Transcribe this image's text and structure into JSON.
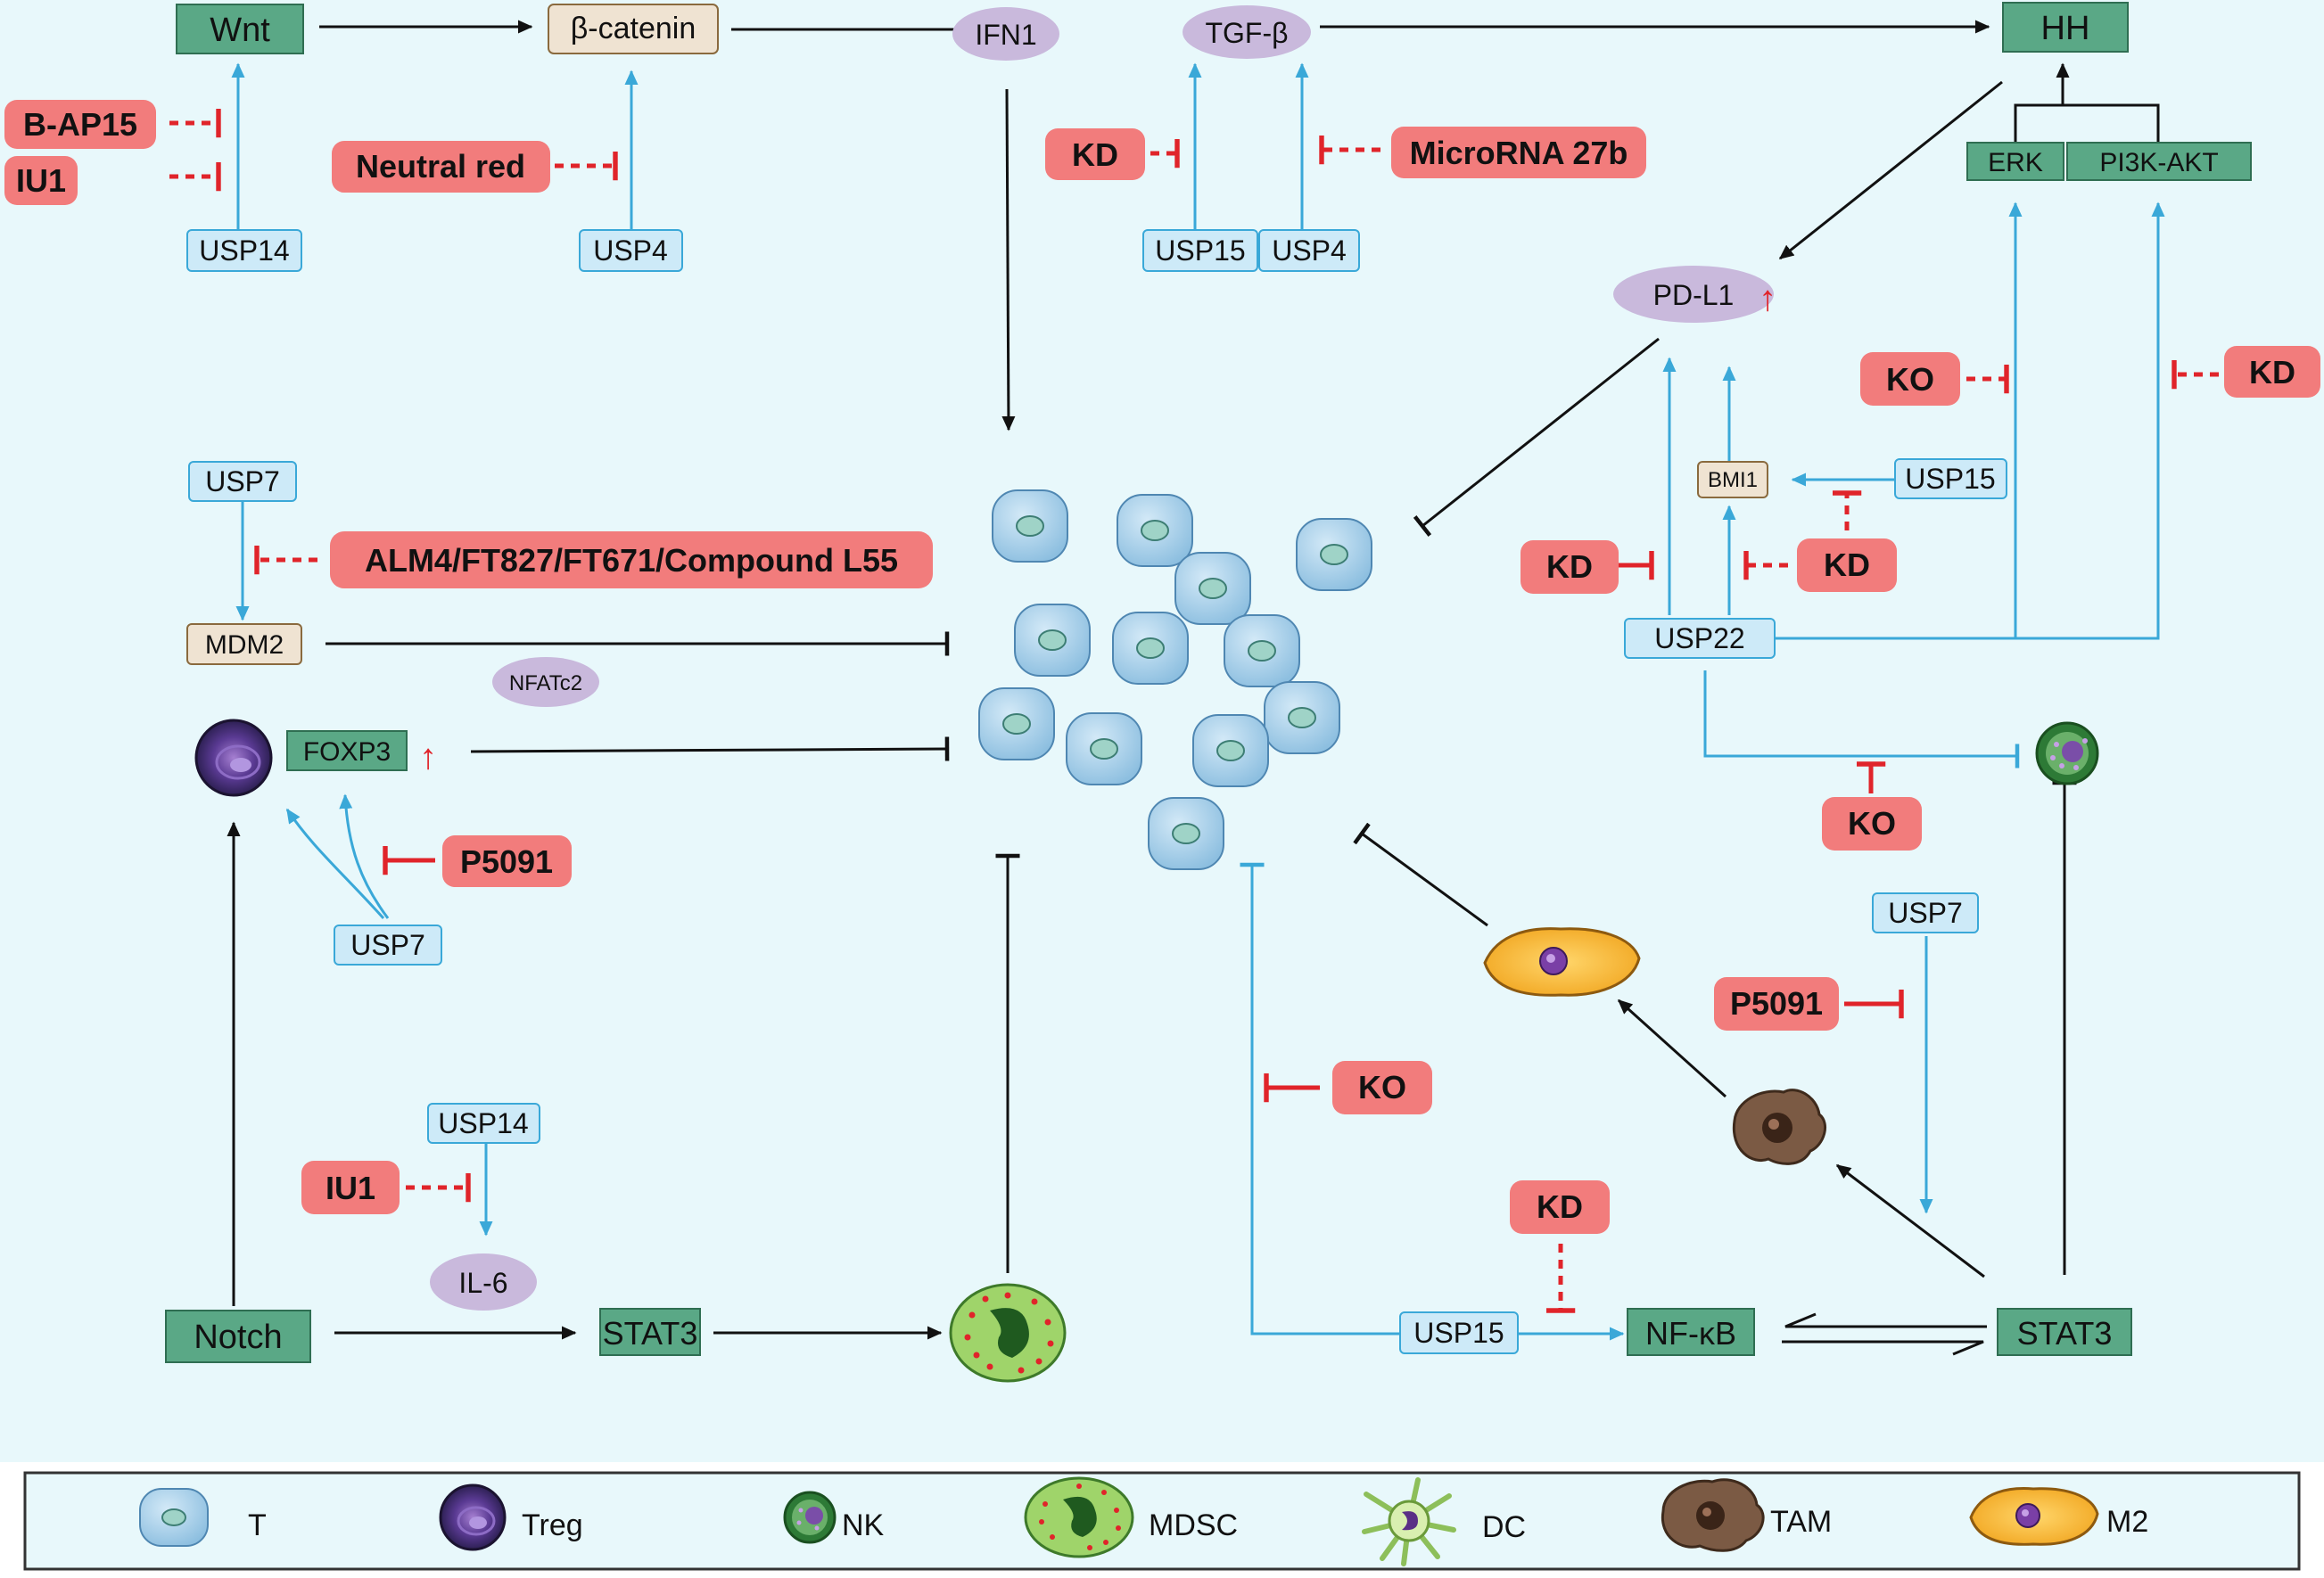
{
  "pathways": {
    "wnt": "Wnt",
    "beta_catenin": "β-catenin",
    "ifn1": "IFN1",
    "tgf_beta": "TGF-β",
    "hh": "HH",
    "erk": "ERK",
    "pi3k_akt": "PI3K-AKT",
    "pd_l1": "PD-L1",
    "bmi1": "BMI1",
    "mdm2": "MDM2",
    "nfatc2": "NFATc2",
    "foxp3": "FOXP3",
    "il6": "IL-6",
    "notch": "Notch",
    "stat3_left": "STAT3",
    "nf_kb": "NF-κB",
    "stat3_right": "STAT3"
  },
  "usps": {
    "usp14_top": "USP14",
    "usp4_wnt": "USP4",
    "usp15_tgf": "USP15",
    "usp4_tgf": "USP4",
    "usp7_mdm2": "USP7",
    "usp15_bmi1": "USP15",
    "usp22": "USP22",
    "usp7_foxp3": "USP7",
    "usp14_il6": "USP14",
    "usp7_right": "USP7",
    "usp15_nfkb": "USP15"
  },
  "inhibitors": {
    "b_ap15": "B-AP15",
    "iu1_top": "IU1",
    "neutral_red": "Neutral red",
    "kd_usp15": "KD",
    "microrna_27b": "MicroRNA 27b",
    "alm4": "ALM4/FT827/FT671/Compound L55",
    "ko_erk": "KO",
    "kd_pi3k": "KD",
    "kd_usp22_pdl1": "KD",
    "kd_bmi1": "KD",
    "kd_usp15_bmi1": "KD",
    "ko_nk": "KO",
    "p5091_foxp3": "P5091",
    "iu1_il6": "IU1",
    "ko_usp15": "KO",
    "p5091_right": "P5091",
    "kd_nfkb": "KD"
  },
  "upregulated_marker": "↑",
  "legend": [
    {
      "cell": "t-cell",
      "label": "T"
    },
    {
      "cell": "treg",
      "label": "Treg"
    },
    {
      "cell": "nk",
      "label": "NK"
    },
    {
      "cell": "mdsc",
      "label": "MDSC"
    },
    {
      "cell": "dc",
      "label": "DC"
    },
    {
      "cell": "tam",
      "label": "TAM"
    },
    {
      "cell": "m2",
      "label": "M2"
    }
  ],
  "colors": {
    "background": "#e8f8fb",
    "pathway_fill": "#4e9e7a",
    "usp_fill": "#cdeaf8",
    "usp_stroke": "#3aa8d8",
    "inhibitor_fill": "#f27c7c",
    "inhibit_red": "#e0242a",
    "activation_blue": "#3aa8d8",
    "oval_fill": "#c9b9dc",
    "tan_fill": "#efe3d2",
    "tcell_fill": "#a9cfe8"
  }
}
